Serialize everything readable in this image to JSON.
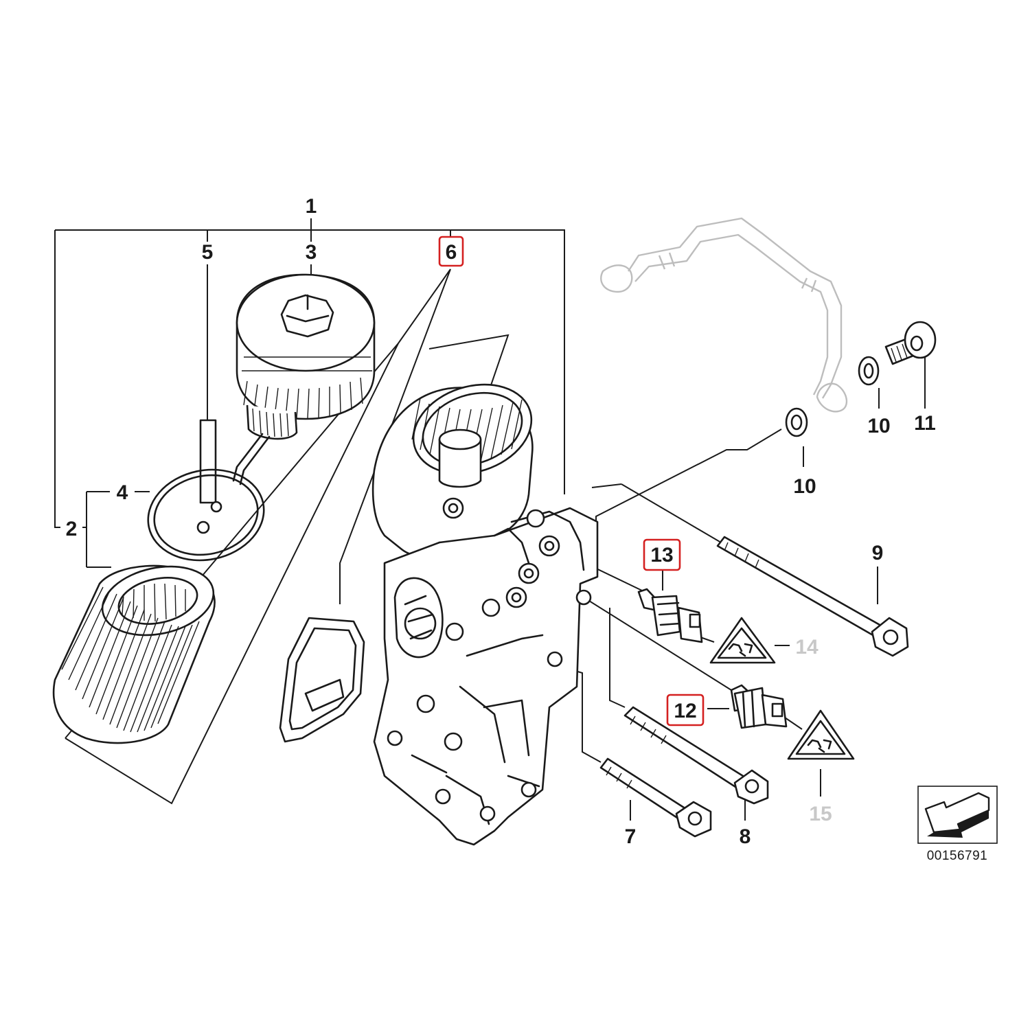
{
  "diagram": {
    "callouts": [
      {
        "id": "1",
        "label": "1",
        "highlighted": false,
        "greyed": false
      },
      {
        "id": "2",
        "label": "2",
        "highlighted": false,
        "greyed": false
      },
      {
        "id": "3",
        "label": "3",
        "highlighted": false,
        "greyed": false
      },
      {
        "id": "4",
        "label": "4",
        "highlighted": false,
        "greyed": false
      },
      {
        "id": "5",
        "label": "5",
        "highlighted": false,
        "greyed": false
      },
      {
        "id": "6",
        "label": "6",
        "highlighted": true,
        "greyed": false
      },
      {
        "id": "7",
        "label": "7",
        "highlighted": false,
        "greyed": false
      },
      {
        "id": "8",
        "label": "8",
        "highlighted": false,
        "greyed": false
      },
      {
        "id": "9",
        "label": "9",
        "highlighted": false,
        "greyed": false
      },
      {
        "id": "10a",
        "label": "10",
        "highlighted": false,
        "greyed": false
      },
      {
        "id": "10b",
        "label": "10",
        "highlighted": false,
        "greyed": false
      },
      {
        "id": "11",
        "label": "11",
        "highlighted": false,
        "greyed": false
      },
      {
        "id": "12",
        "label": "12",
        "highlighted": true,
        "greyed": false
      },
      {
        "id": "13",
        "label": "13",
        "highlighted": true,
        "greyed": false
      },
      {
        "id": "14",
        "label": "14",
        "highlighted": false,
        "greyed": true
      },
      {
        "id": "15",
        "label": "15",
        "highlighted": false,
        "greyed": true
      }
    ],
    "reference_number": "00156791",
    "highlight_color": "#d42020",
    "greyed_color": "#c8c8c8"
  }
}
